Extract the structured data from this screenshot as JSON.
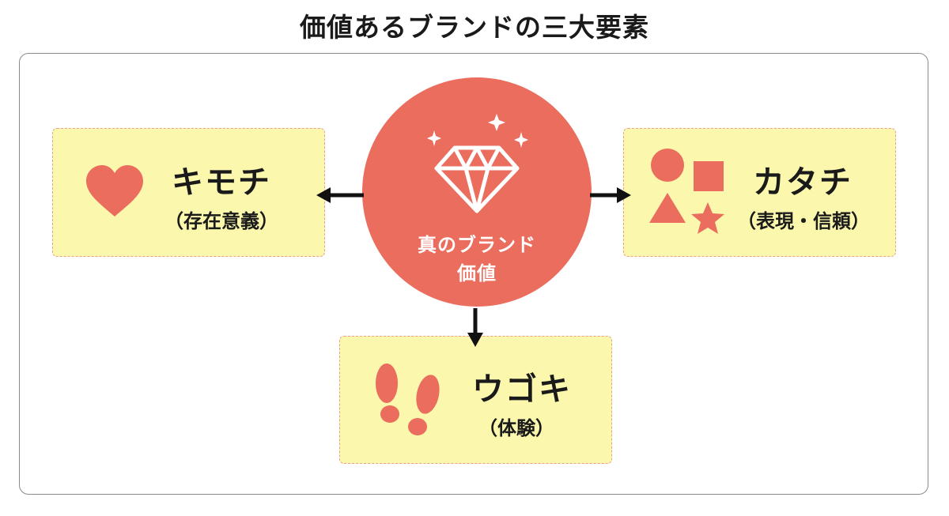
{
  "title": "価値あるブランドの三大要素",
  "center": {
    "line1": "真のブランド",
    "line2": "価値"
  },
  "elements": {
    "kimochi": {
      "title": "キモチ",
      "subtitle": "（存在意義）",
      "icon": "heart-icon"
    },
    "katachi": {
      "title": "カタチ",
      "subtitle": "（表現・信頼）",
      "icon": "shapes-icon"
    },
    "ugoki": {
      "title": "ウゴキ",
      "subtitle": "（体験）",
      "icon": "footprints-icon"
    }
  },
  "colors": {
    "accent": "#ea6d5e",
    "box_fill": "#fbf7ad",
    "box_border": "#e7a193",
    "frame": "#8a8a8a",
    "arrow": "#111111"
  }
}
